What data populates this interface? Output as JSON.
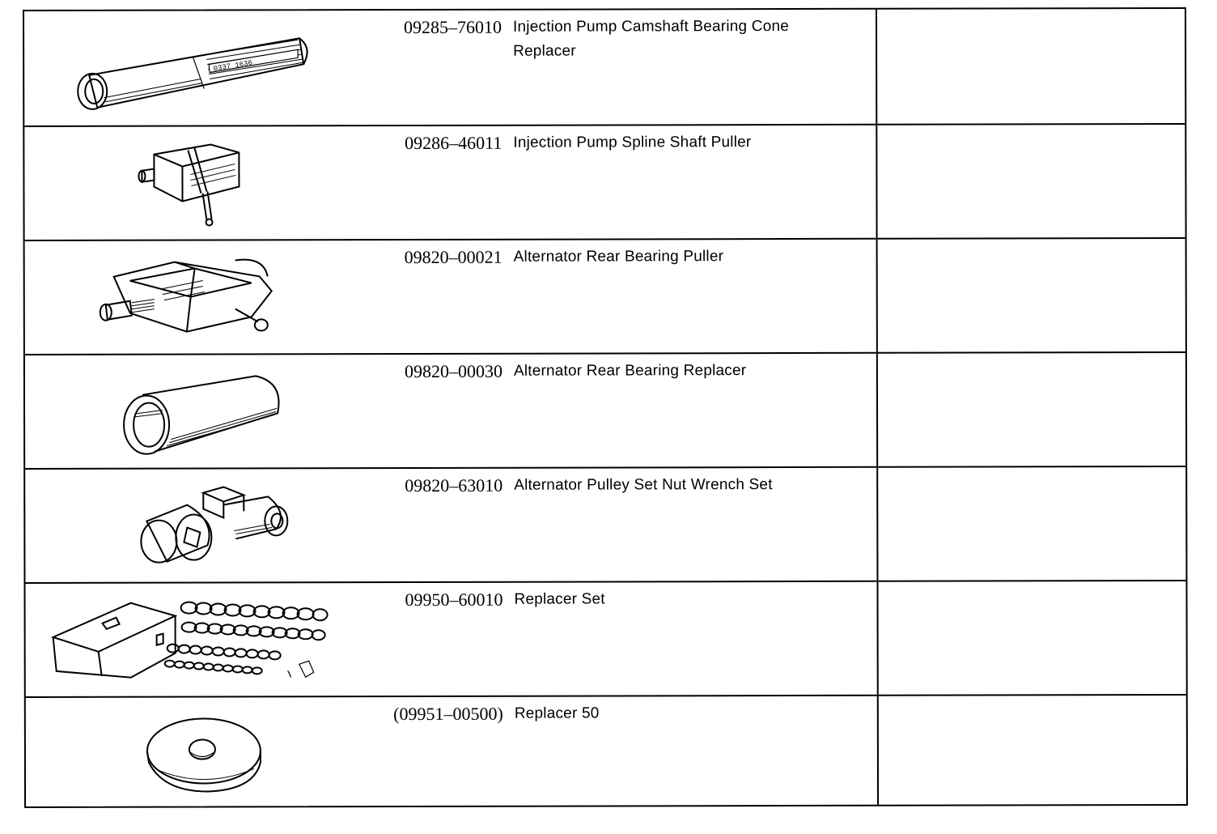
{
  "tools": [
    {
      "part_number": "09285–76010",
      "description": "Injection Pump Camshaft Bearing Cone Replacer",
      "engraving": "0337 1636",
      "icon": "cone-replacer-tube-icon",
      "notes": ""
    },
    {
      "part_number": "09286–46011",
      "description": "Injection Pump Spline Shaft Puller",
      "icon": "spline-shaft-puller-icon",
      "notes": ""
    },
    {
      "part_number": "09820–00021",
      "description": "Alternator Rear Bearing Puller",
      "icon": "bearing-puller-icon",
      "notes": ""
    },
    {
      "part_number": "09820–00030",
      "description": "Alternator Rear Bearing Replacer",
      "icon": "bearing-replacer-sleeve-icon",
      "notes": ""
    },
    {
      "part_number": "09820–63010",
      "description": "Alternator Pulley Set Nut Wrench Set",
      "icon": "nut-wrench-set-icon",
      "notes": ""
    },
    {
      "part_number": "09950–60010",
      "description": "Replacer Set",
      "icon": "replacer-set-case-icon",
      "notes": ""
    },
    {
      "part_number": "(09951–00500)",
      "description": "Replacer 50",
      "icon": "replacer-disc-icon",
      "notes": ""
    }
  ]
}
